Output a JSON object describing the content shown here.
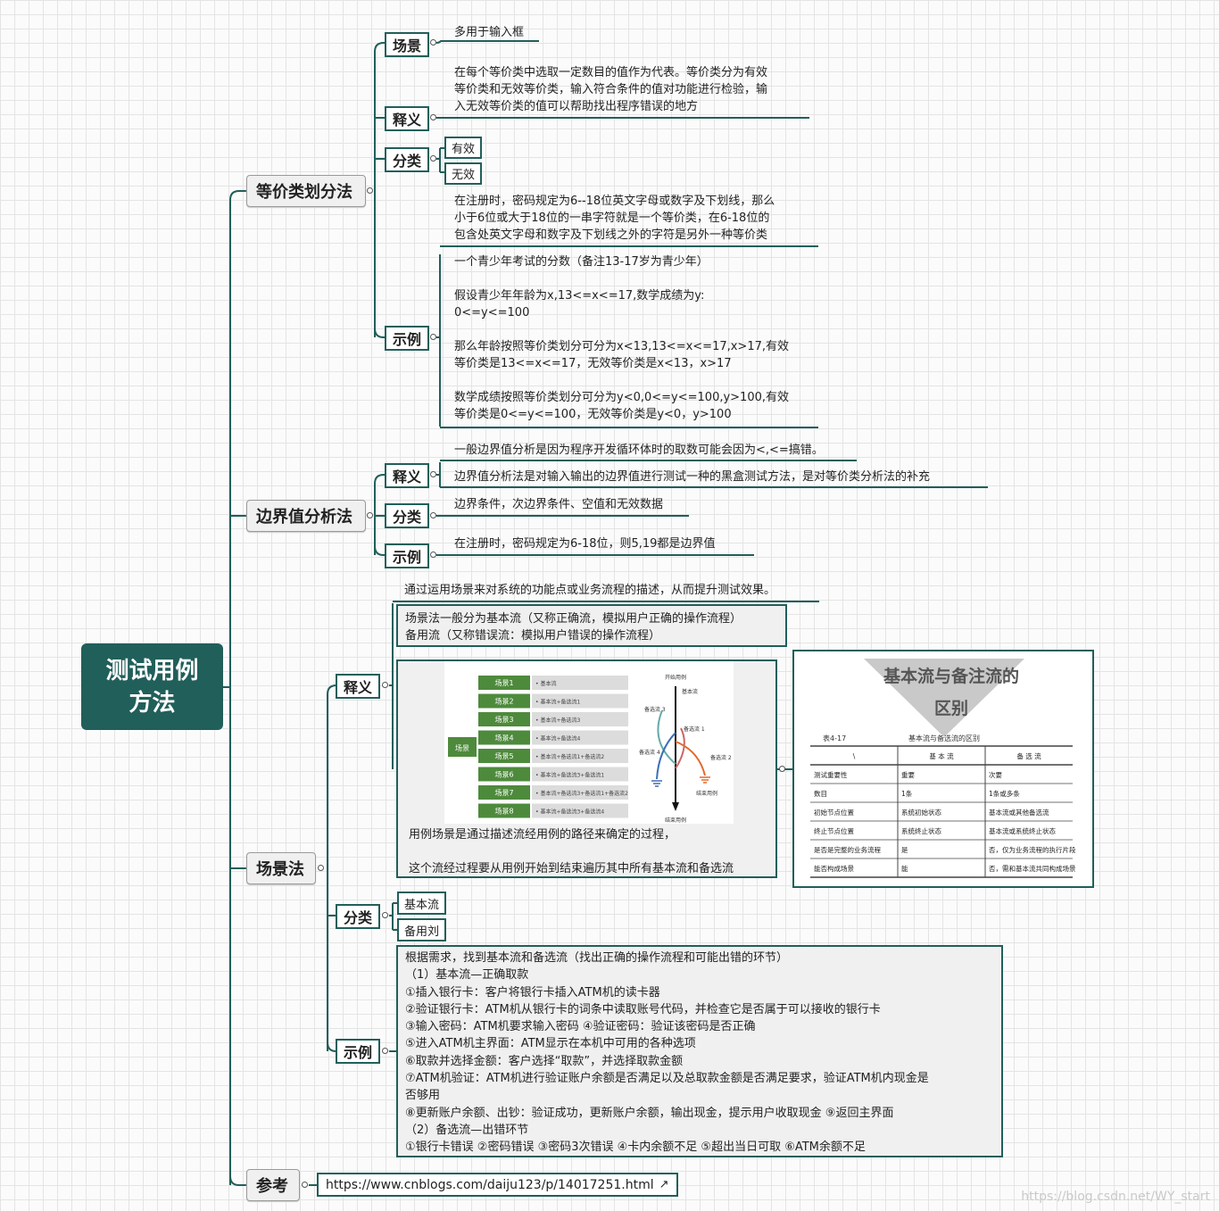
{
  "root": {
    "title": "测试用例\n方法"
  },
  "eq": {
    "title": "等价类划分法",
    "scene": {
      "label": "场景",
      "text": "多用于输入框"
    },
    "def": {
      "label": "释义",
      "lines": [
        "在每个等价类中选取一定数目的值作为代表。等价类分为有效",
        "等价类和无效等价类，输入符合条件的值对功能进行检验，输",
        "入无效等价类的值可以帮助找出程序错误的地方"
      ]
    },
    "cls": {
      "label": "分类",
      "items": [
        "有效",
        "无效"
      ]
    },
    "ex": {
      "label": "示例",
      "top_lines": [
        "在注册时，密码规定为6--18位英文字母或数字及下划线，那么",
        "小于6位或大于18位的一串字符就是一个等价类，在6-18位的",
        "包含处英文字母和数字及下划线之外的字符是另外一种等价类"
      ],
      "box_lines": [
        "一个青少年考试的分数（备注13-17岁为青少年）",
        "",
        "假设青少年年龄为x,13<=x<=17,数学成绩为y:",
        "0<=y<=100",
        "",
        "那么年龄按照等价类划分可分为x<13,13<=x<=17,x>17,有效",
        "等价类是13<=x<=17，无效等价类是x<13，x>17",
        "",
        "数学成绩按照等价类划分可分为y<0,0<=y<=100,y>100,有效",
        "等价类是0<=y<=100，无效等价类是y<0，y>100"
      ]
    }
  },
  "bv": {
    "title": "边界值分析法",
    "def": {
      "label": "释义",
      "text1": "一般边界值分析是因为程序开发循环体时的取数可能会因为<,<=搞错。",
      "text2": "边界值分析法是对输入输出的边界值进行测试一种的黑盒测试方法，是对等价类分析法的补充"
    },
    "cls": {
      "label": "分类",
      "text": "边界条件，次边界条件、空值和无效数据"
    },
    "ex": {
      "label": "示例",
      "text": "在注册时，密码规定为6-18位，则5,19都是边界值"
    }
  },
  "sc": {
    "title": "场景法",
    "def": {
      "label": "释义",
      "text1": "通过运用场景来对系统的功能点或业务流程的描述，从而提升测试效果。",
      "box1_lines": [
        "场景法一般分为基本流（又称正确流，模拟用户正确的操作流程）",
        "备用流（又称错误流：模拟用户错误的操作流程）"
      ],
      "img_caption_lines": [
        "用例场景是通过描述流经用例的路径来确定的过程，",
        "",
        "这个流经过程要从用例开始到结束遍历其中所有基本流和备选流"
      ],
      "diagram": {
        "center": "场景",
        "rows": [
          {
            "label": "场景1",
            "desc": "基本流"
          },
          {
            "label": "场景2",
            "desc": "基本流+备选流1"
          },
          {
            "label": "场景3",
            "desc": "基本流+备选流3"
          },
          {
            "label": "场景4",
            "desc": "基本流+备选流4"
          },
          {
            "label": "场景5",
            "desc": "基本流+备选流1+备选流2"
          },
          {
            "label": "场景6",
            "desc": "基本流+备选流3+备选流1"
          },
          {
            "label": "场景7",
            "desc": "基本流+备选流3+备选流1+备选流2"
          },
          {
            "label": "场景8",
            "desc": "基本流+备选流3+备选流4"
          }
        ],
        "flow": {
          "start": "开始用例",
          "basic": "基本流",
          "end": "结束用例",
          "alt1": "备选流 1",
          "alt2": "备选流 2",
          "alt3": "备选流 3",
          "alt4": "备选流 4",
          "end_use": "结束用例"
        }
      },
      "table": {
        "title": "基本流与备注流的",
        "title2": "区别",
        "caption_left": "表4-17",
        "caption": "基本流与备选流的区别",
        "headers": [
          "\\",
          "基 本 流",
          "备 选 流"
        ],
        "rows": [
          [
            "测试重要性",
            "重要",
            "次要"
          ],
          [
            "数目",
            "1条",
            "1条或多条"
          ],
          [
            "初始节点位置",
            "系统初始状态",
            "基本流或其他备选流"
          ],
          [
            "终止节点位置",
            "系统终止状态",
            "基本流或系统终止状态"
          ],
          [
            "是否是完整的业务流程",
            "是",
            "否，仅为业务流程的执行片段"
          ],
          [
            "能否构成场景",
            "能",
            "否，需和基本流共同构成场景"
          ]
        ]
      }
    },
    "cls": {
      "label": "分类",
      "items": [
        "基本流",
        "备用刘"
      ]
    },
    "ex": {
      "label": "示例",
      "lines": [
        "根据需求，找到基本流和备选流（找出正确的操作流程和可能出错的环节）",
        "（1）基本流—正确取款",
        "①插入银行卡：客户将银行卡插入ATM机的读卡器",
        "②验证银行卡：ATM机从银行卡的词条中读取账号代码，并检查它是否属于可以接收的银行卡",
        "③输入密码：ATM机要求输入密码        ④验证密码：验证该密码是否正确",
        "⑤进入ATM机主界面：ATM显示在本机中可用的各种选项",
        "⑥取款并选择金额：客户选择“取款”，并选择取款金额",
        "⑦ATM机验证：ATM机进行验证账户余额是否满足以及总取款金额是否满足要求，验证ATM机内现金是",
        "否够用",
        "⑧更新账户余额、出钞：验证成功，更新账户余额，输出现金，提示用户收取现金        ⑨返回主界面",
        "（2）备选流—出错环节",
        "①银行卡错误 ②密码错误 ③密码3次错误 ④卡内余额不足 ⑤超出当日可取 ⑥ATM余额不足"
      ]
    }
  },
  "ref": {
    "title": "参考",
    "url": "https://www.cnblogs.com/daiju123/p/14017251.html",
    "link_icon": "link-icon"
  },
  "watermark": "https://blog.csdn.net/WY_start",
  "colors": {
    "theme": "#215f5a",
    "diagram_green": "#4e8a3c"
  }
}
